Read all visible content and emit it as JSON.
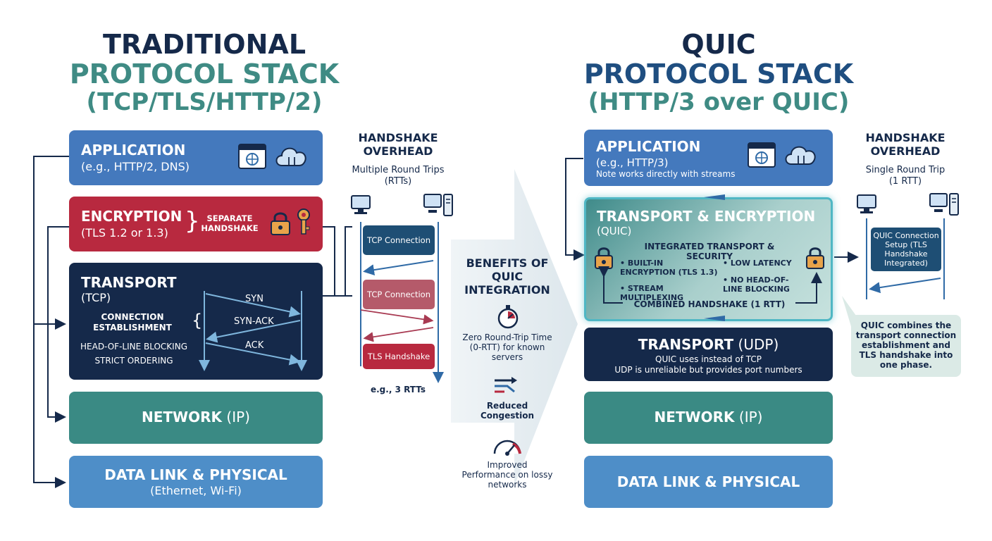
{
  "left": {
    "title1": "TRADITIONAL",
    "title2": "PROTOCOL STACK",
    "title3": "(TCP/TLS/HTTP/2)",
    "application": {
      "title": "APPLICATION",
      "sub": "(e.g., HTTP/2, DNS)"
    },
    "encryption": {
      "title": "ENCRYPTION",
      "sub": "(TLS 1.2 or 1.3)",
      "separate": "SEPARATE HANDSHAKE"
    },
    "transport": {
      "title": "TRANSPORT",
      "sub": "(TCP)",
      "conn": "CONNECTION ESTABLISHMENT",
      "hol": "HEAD-OF-LINE BLOCKING",
      "strict": "STRICT ORDERING",
      "syn": "SYN",
      "synack": "SYN-ACK",
      "ack": "ACK"
    },
    "network": {
      "title": "NETWORK",
      "sub": "(IP)"
    },
    "datalink": {
      "title": "DATA LINK & PHYSICAL",
      "sub": "(Ethernet, Wi-Fi)"
    },
    "handshake": {
      "title": "HANDSHAKE OVERHEAD",
      "sub": "Multiple Round Trips (RTTs)",
      "tcp1": "TCP Connection",
      "tcp2": "TCP Connection",
      "tls": "TLS Handshake",
      "rtts": "e.g., 3 RTTs"
    }
  },
  "middle": {
    "title": "BENEFITS OF QUIC INTEGRATION",
    "b1": "Zero Round-Trip Time (0-RTT) for known servers",
    "b2": "Reduced Congestion",
    "b3": "Improved Performance on lossy networks"
  },
  "right": {
    "title1": "QUIC",
    "title2": "PROTOCOL STACK",
    "title3": "(HTTP/3 over QUIC)",
    "application": {
      "title": "APPLICATION",
      "sub": "(e.g., HTTP/3)",
      "note": "Note works directly with streams"
    },
    "te": {
      "title": "TRANSPORT & ENCRYPTION",
      "sub": "(QUIC)",
      "integrated": "INTEGRATED TRANSPORT & SECURITY",
      "f1": "• BUILT-IN ENCRYPTION (TLS 1.3)",
      "f2": "• LOW LATENCY",
      "f3": "• STREAM MULTIPLEXING",
      "f4": "• NO HEAD-OF-LINE BLOCKING",
      "combined": "COMBINED HANDSHAKE (1 RTT)"
    },
    "transport": {
      "title": "TRANSPORT",
      "sub": "(UDP)",
      "l1": "QUIC uses instead of TCP",
      "l2": "UDP is unreliable but provides port numbers"
    },
    "network": {
      "title": "NETWORK",
      "sub": "(IP)"
    },
    "datalink": {
      "title": "DATA LINK & PHYSICAL"
    },
    "handshake": {
      "title": "HANDSHAKE OVERHEAD",
      "sub": "Single Round Trip (1 RTT)",
      "setup": "QUIC Connection Setup (TLS Handshake Integrated)"
    },
    "callout": "QUIC combines the transport connection establishment and TLS handshake into one phase."
  }
}
